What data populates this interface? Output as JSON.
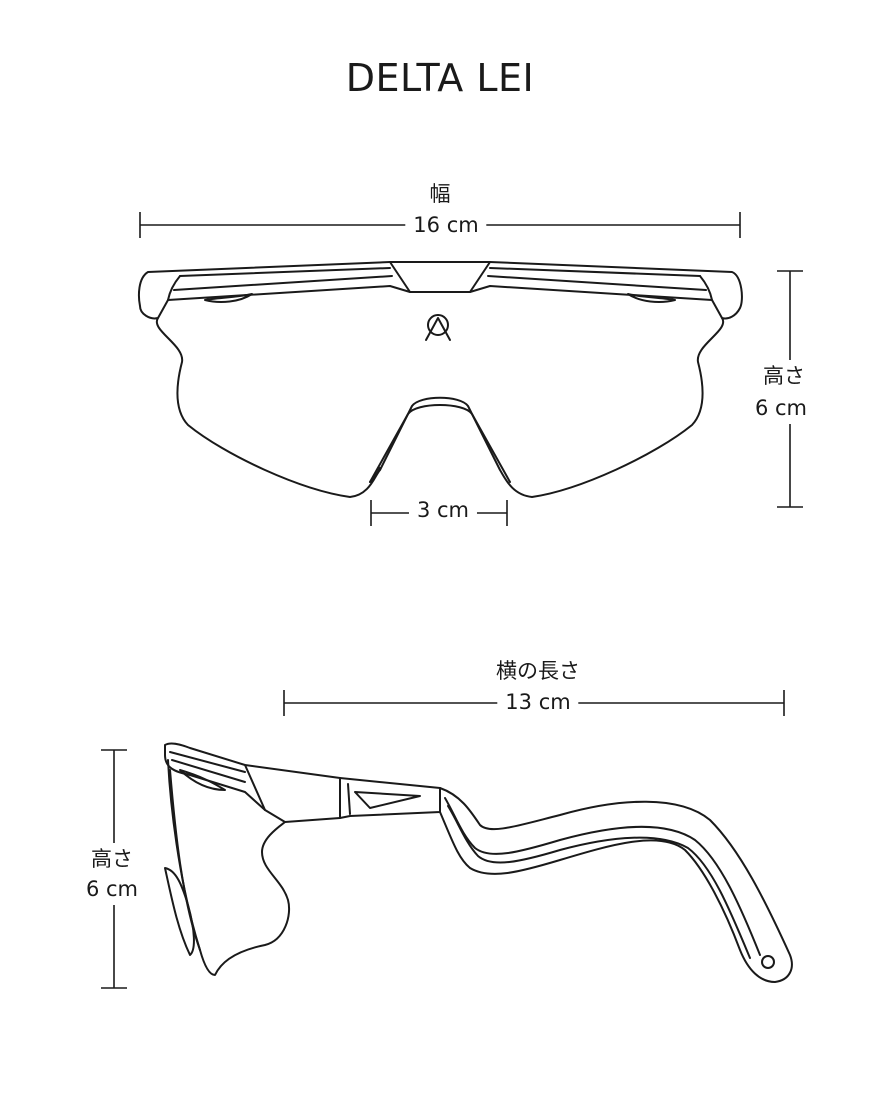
{
  "title": "DELTA LEI",
  "front_view": {
    "width": {
      "label": "幅",
      "value": "16 cm"
    },
    "height": {
      "label": "高さ",
      "value": "6 cm"
    },
    "bridge": {
      "value": "3 cm"
    }
  },
  "side_view": {
    "length": {
      "label": "横の長さ",
      "value": "13 cm"
    },
    "height": {
      "label": "高さ",
      "value": "6 cm"
    }
  }
}
